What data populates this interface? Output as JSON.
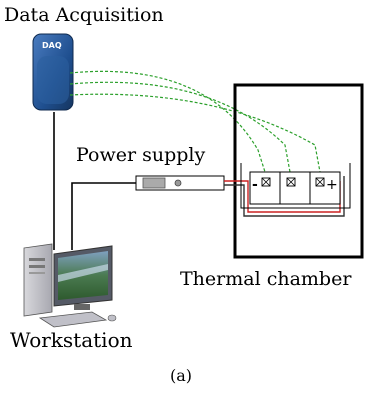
{
  "labels": {
    "data_acquisition": "Data Acquisition",
    "power_supply": "Power supply",
    "thermal_chamber": "Thermal chamber",
    "workstation": "Workstation",
    "caption": "(a)"
  },
  "daq_badge": "DAQ",
  "battery": {
    "cell_count": 3,
    "negative_terminal": "-",
    "positive_terminal": "+"
  },
  "colors": {
    "signal_wire": "#2ca02c",
    "power_wire_positive": "#cc2222",
    "power_wire_negative": "#333333",
    "daq_body": "#1f4f8f",
    "chamber_border": "#000000"
  }
}
